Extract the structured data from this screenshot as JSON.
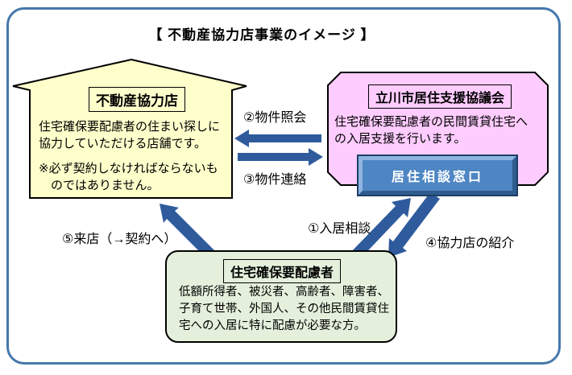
{
  "title": "【 不動産協力店事業のイメージ 】",
  "nodes": {
    "store": {
      "heading": "不動産協力店",
      "body": "住宅確保要配慮者の住まい探しに\n協力していただける店舗です。",
      "note": "※必ず契約しなければならないも\n　のではありません。"
    },
    "council": {
      "heading": "立川市居住支援協議会",
      "body": "住宅確保要配慮者の民間賃貸住宅へ\nの入居支援を行います。",
      "button_label": "居住相談窓口"
    },
    "tenant": {
      "heading": "住宅確保要配慮者",
      "body": "低額所得者、被災者、高齢者、障害者、\n子育て世帯、外国人、その他民間賃貸住\n宅への入居に特に配慮が必要な方。"
    }
  },
  "flows": [
    {
      "label": "①入居相談",
      "from": "住宅確保要配慮者",
      "to": "居住相談窓口"
    },
    {
      "label": "②物件照会",
      "from": "立川市居住支援協議会",
      "to": "不動産協力店"
    },
    {
      "label": "③物件連絡",
      "from": "不動産協力店",
      "to": "立川市居住支援協議会"
    },
    {
      "label": "④協力店の紹介",
      "from": "居住相談窓口",
      "to": "住宅確保要配慮者"
    },
    {
      "label": "⑤来店（→契約へ）",
      "from": "住宅確保要配慮者",
      "to": "不動産協力店"
    }
  ],
  "colors": {
    "frame-border": "#4578AC",
    "arrow": "#2F5B9D",
    "house-fill": "#FFFFCC",
    "council-fill": "#FFCCFF",
    "tenant-fill": "#E4F0DC",
    "button-face": "#4E86C4",
    "button-light": "#8FB4E0",
    "button-dark": "#2E5C8F",
    "button-border": "#1C3E63",
    "text": "#000000"
  }
}
